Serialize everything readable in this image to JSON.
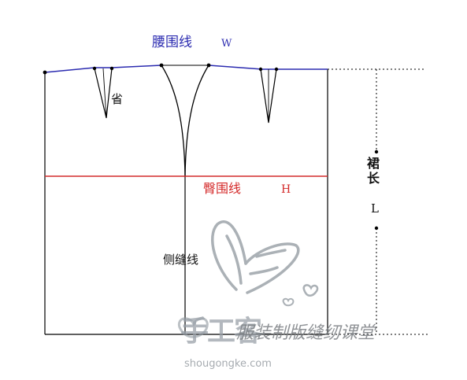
{
  "labels": {
    "waist": "腰围线",
    "waist_code": "W",
    "dart": "省",
    "hip": "臀围线",
    "hip_code": "H",
    "side_seam": "侧缝线",
    "skirt_length_1": "裙",
    "skirt_length_2": "长",
    "skirt_length_code": "L"
  },
  "watermark": {
    "brand": "手工客",
    "tagline": "服装制版缝纫课堂",
    "url": "shougongke.com"
  },
  "colors": {
    "outline": "#000000",
    "waist_line": "#2b2bb0",
    "hip_line": "#d42a2a",
    "watermark": "#9aa1a9"
  }
}
